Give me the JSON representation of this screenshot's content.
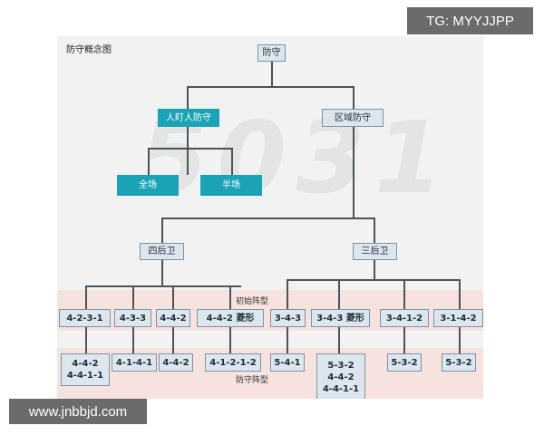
{
  "caption": "防守概念图",
  "root": "防守",
  "level1": {
    "man": "人盯人防守",
    "zone": "区域防守"
  },
  "man_children": {
    "full": "全场",
    "half": "半场"
  },
  "zone_children": {
    "four": "四后卫",
    "three": "三后卫"
  },
  "bands": {
    "initial": "初始阵型",
    "defense": "防守阵型"
  },
  "initial": [
    "4-2-3-1",
    "4-3-3",
    "4-4-2",
    "4-4-2 菱形",
    "3-4-3",
    "3-4-3 菱形",
    "3-4-1-2",
    "3-1-4-2"
  ],
  "defense": [
    "4-4-2\n4-4-1-1",
    "4-1-4-1",
    "4-4-2",
    "4-1-2-1-2",
    "5-4-1",
    "5-3-2\n4-4-2\n4-4-1-1",
    "5-3-2",
    "5-3-2"
  ],
  "overlay": {
    "tg": "TG: MYYJJPP",
    "site": "www.jnbbjd.com"
  },
  "colors": {
    "teal": "#1aa3b5",
    "node_fill": "#dde6ed",
    "band": "#f6e3df"
  }
}
